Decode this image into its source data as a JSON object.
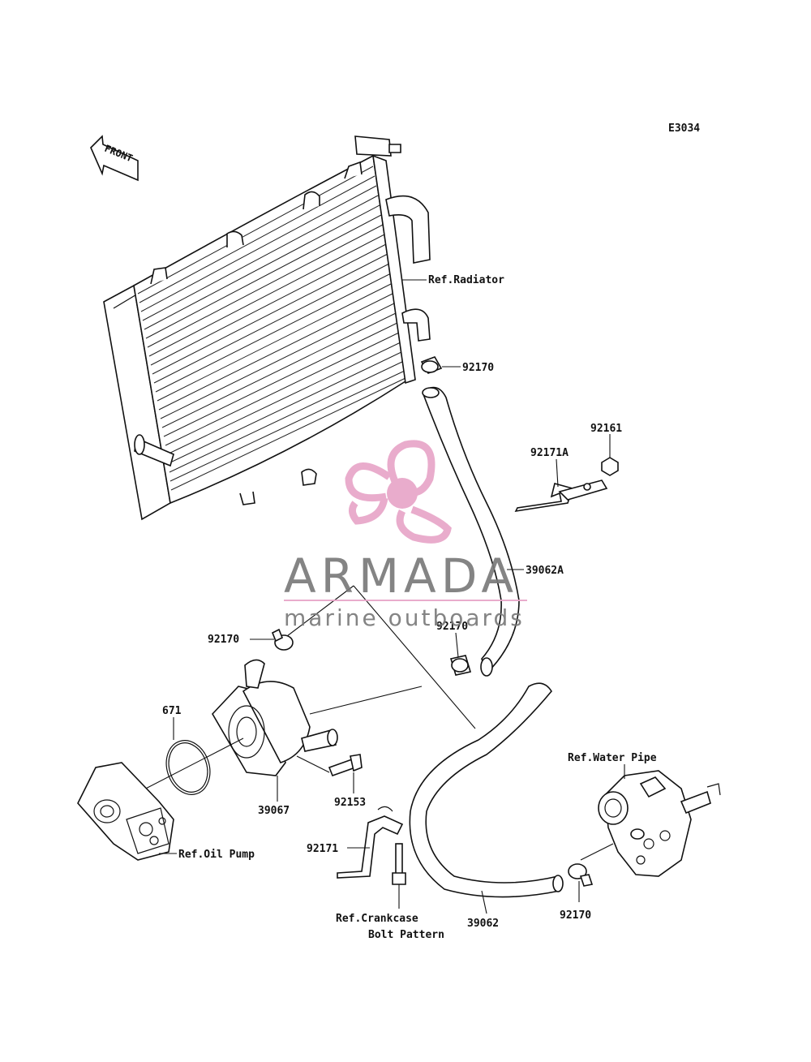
{
  "diagram_code": "E3034",
  "front_label": "FRONT",
  "labels": {
    "ref_radiator": "Ref.Radiator",
    "p92170_top": "92170",
    "p92161": "92161",
    "p92171a": "92171A",
    "p39062a": "39062A",
    "p92170_mid": "92170",
    "p92170_left": "92170",
    "p671": "671",
    "p39067": "39067",
    "p92153": "92153",
    "ref_oil_pump": "Ref.Oil Pump",
    "p92171": "92171",
    "ref_crankcase_1": "Ref.Crankcase",
    "ref_crankcase_2": "Bolt Pattern",
    "p39062": "39062",
    "ref_water_pipe": "Ref.Water Pipe",
    "p92170_bottom": "92170"
  },
  "watermark": {
    "brand": "ARMADA",
    "tagline": "marine outboards",
    "logo_color": "#e8a6c8",
    "text_color": "#7a7a7a"
  }
}
